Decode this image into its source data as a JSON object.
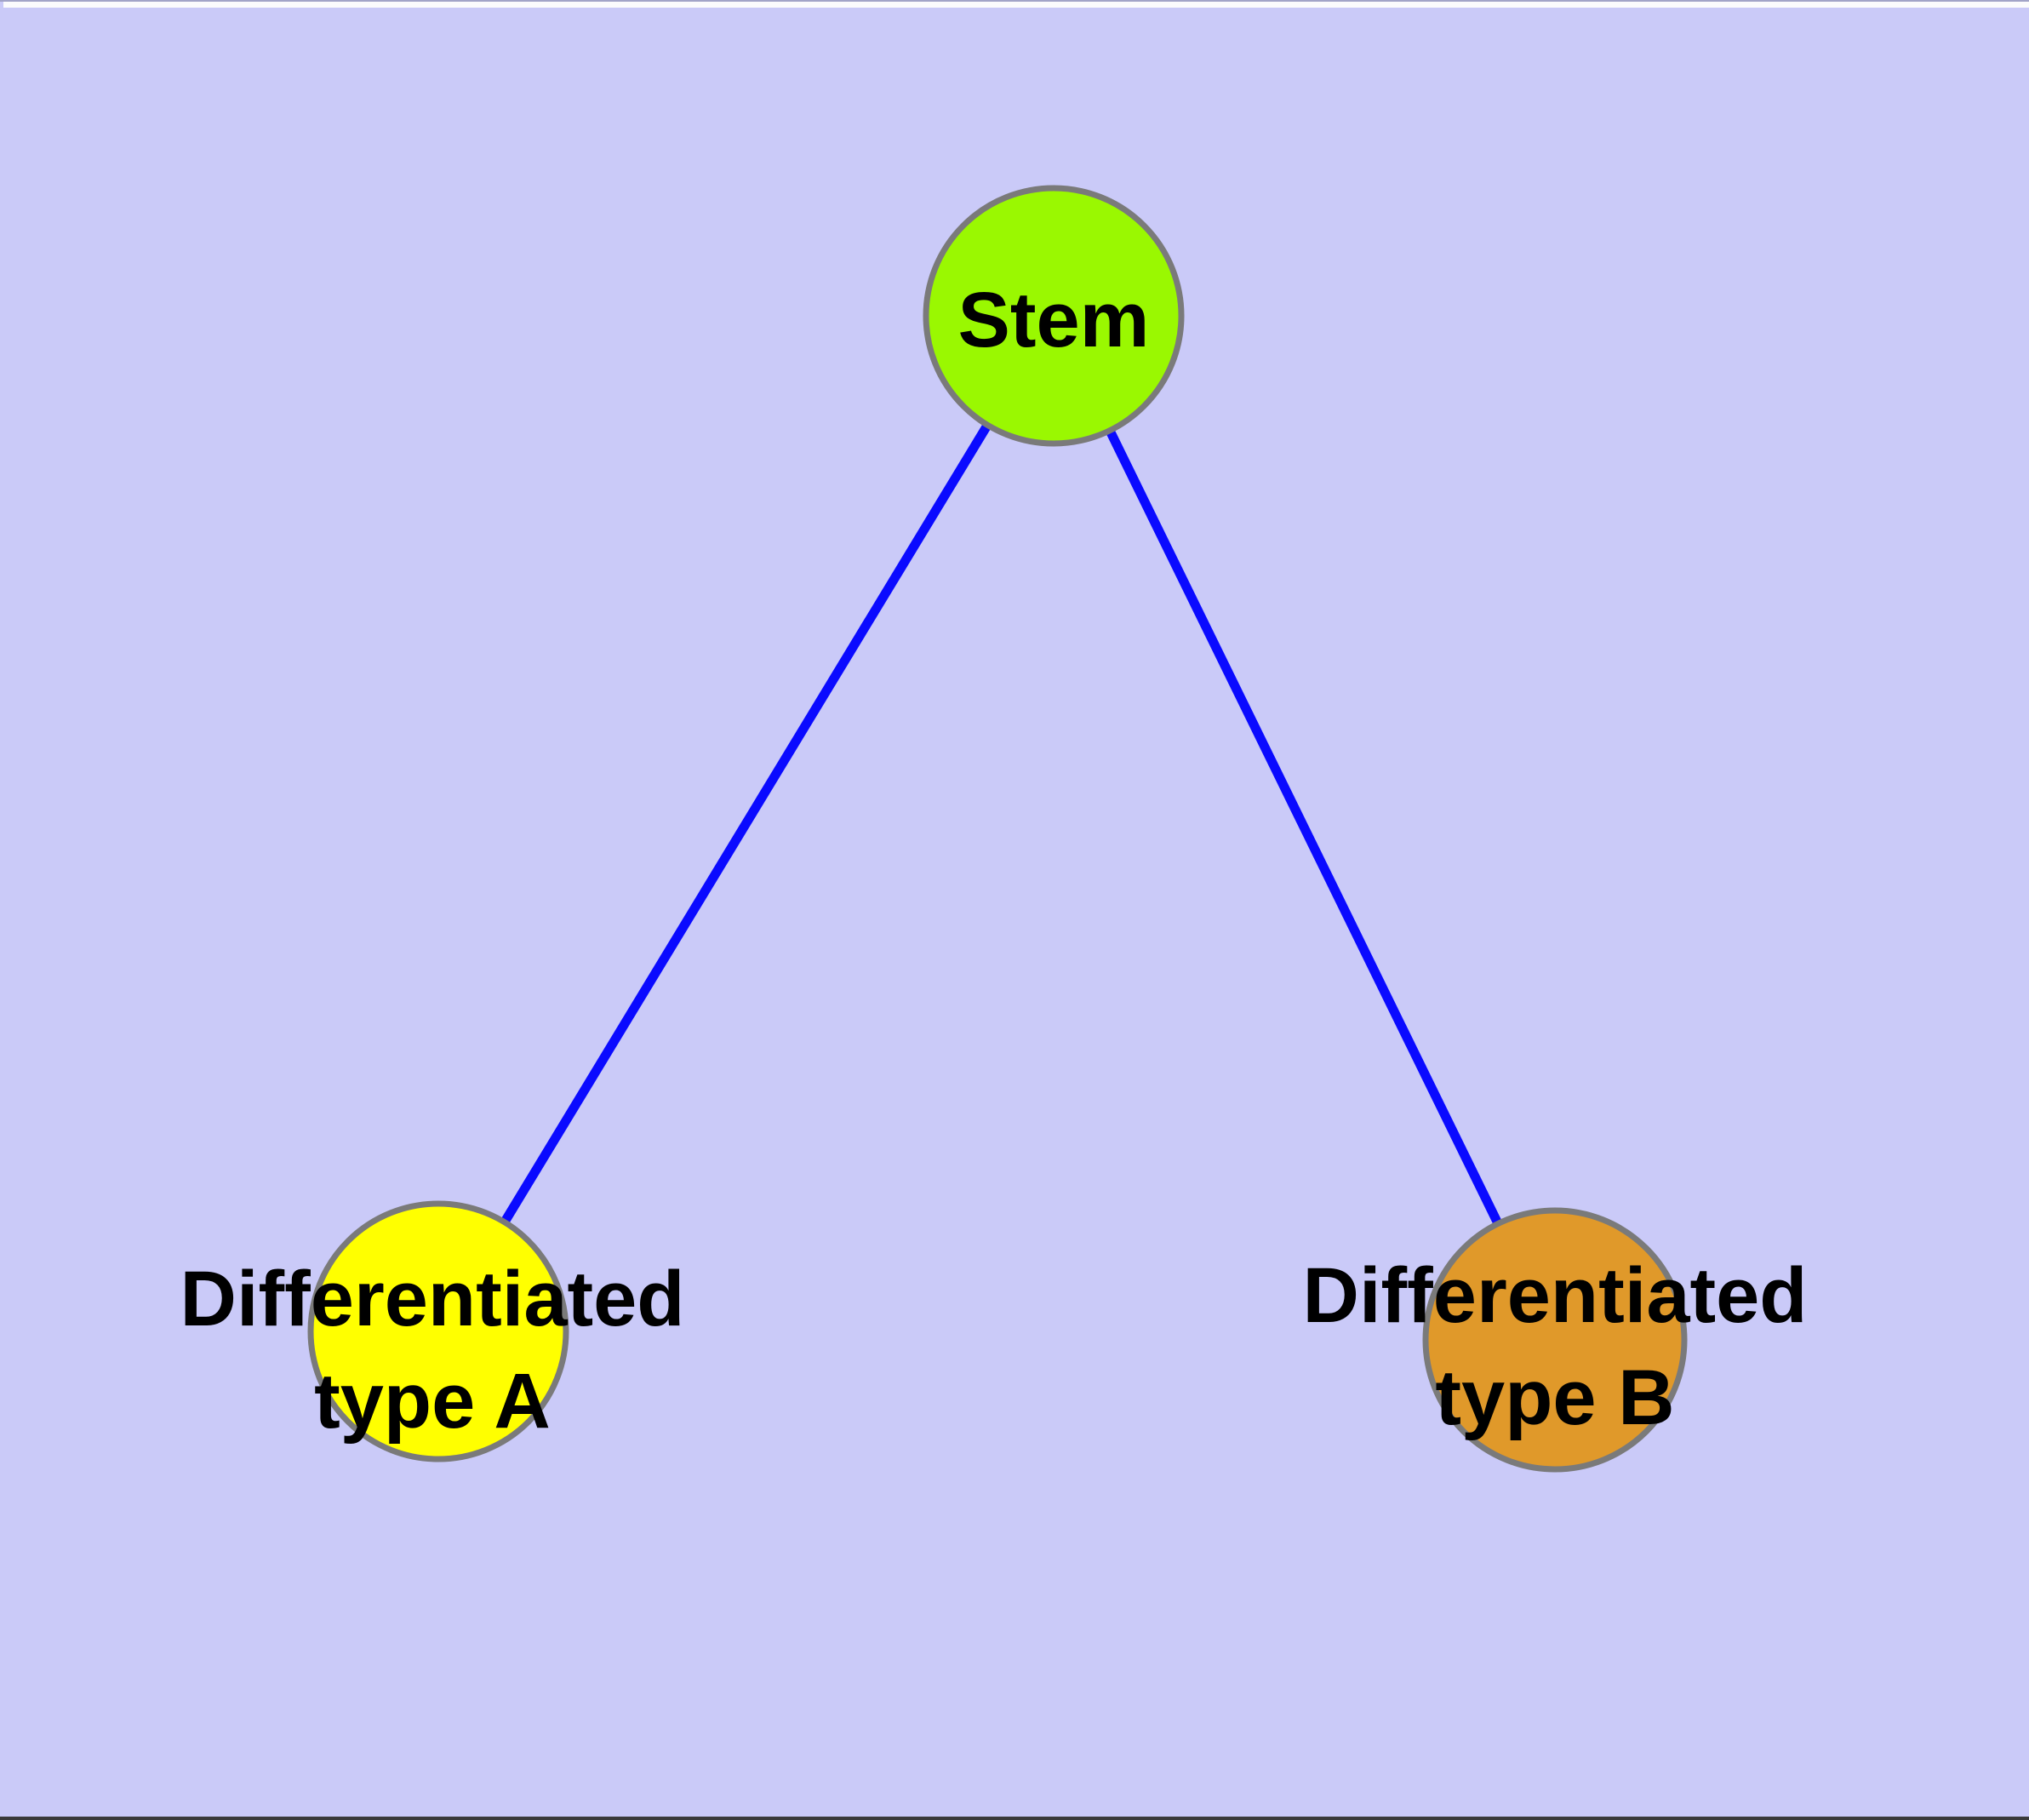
{
  "diagram": {
    "background_color": "#CACAF8",
    "edge_color": "#0A0AFF",
    "node_border_color": "#7A7A7A",
    "text_color": "#000000",
    "nodes": {
      "stem": {
        "label": "Stem",
        "fill": "#9AF801"
      },
      "type_a": {
        "label_line1": "Differentiated",
        "label_line2": "type A",
        "fill": "#FFFF00"
      },
      "type_b": {
        "label_line1": "Differentiated",
        "label_line2": "type B",
        "fill": "#E0992A"
      }
    },
    "edges": [
      {
        "from": "Stem",
        "to": "Differentiated type A"
      },
      {
        "from": "Stem",
        "to": "Differentiated type B"
      }
    ]
  }
}
